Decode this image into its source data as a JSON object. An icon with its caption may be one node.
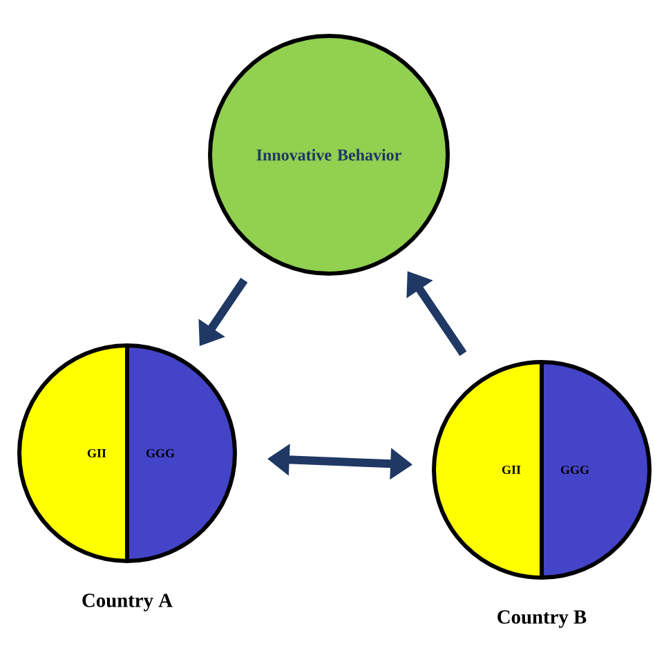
{
  "diagram": {
    "nodes": [
      {
        "text": [
          "Innovative Behavior"
        ]
      },
      {
        "text": [
          "GII",
          "GGG"
        ],
        "beside": [
          "Country A"
        ]
      },
      {
        "text": [
          "GII",
          "GGG"
        ],
        "beside": [
          "Country B"
        ]
      }
    ],
    "edges": [
      {
        "from": 0,
        "to": 1,
        "arrow": "to"
      },
      {
        "from": 1,
        "to": 2,
        "arrow": "both"
      },
      {
        "from": 2,
        "to": 0,
        "arrow": "to"
      }
    ]
  }
}
